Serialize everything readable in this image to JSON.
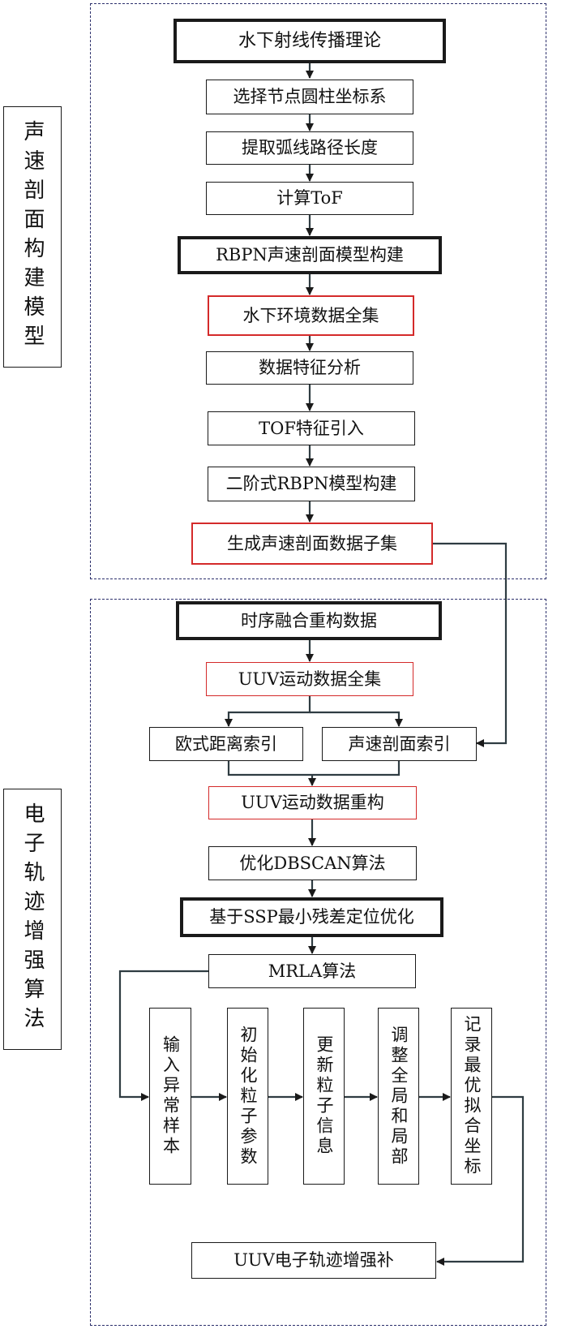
{
  "side_labels": {
    "top": "声速剖面构建模型",
    "bottom": "电子轨迹增强算法"
  },
  "section1": {
    "theory": "水下射线传播理论",
    "cylindrical": "选择节点圆柱坐标系",
    "arc_length": "提取弧线路径长度",
    "tof": "计算ToF",
    "rbpn_build": "RBPN声速剖面模型构建",
    "env_dataset": "水下环境数据全集",
    "feature_analysis": "数据特征分析",
    "tof_feature": "TOF特征引入",
    "two_stage": "二阶式RBPN模型构建",
    "ssp_subset": "生成声速剖面数据子集"
  },
  "section2": {
    "time_fusion": "时序融合重构数据",
    "uuv_dataset": "UUV运动数据全集",
    "euclid_index": "欧式距离索引",
    "ssp_index": "声速剖面索引",
    "uuv_reconstruct": "UUV运动数据重构",
    "dbscan": "优化DBSCAN算法",
    "ssp_opt": "基于SSP最小残差定位优化",
    "mrla": "MRLA算法",
    "steps": [
      "输入异常样本",
      "初始化粒子参数",
      "更新粒子信息",
      "调整全局和局部",
      "记录最优拟合坐标"
    ],
    "result": "UUV电子轨迹增强补"
  }
}
